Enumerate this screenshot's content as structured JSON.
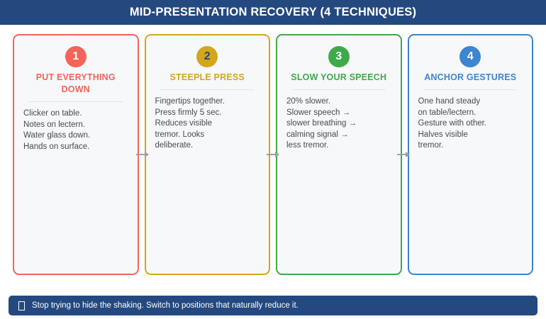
{
  "header": {
    "title": "MID-PRESENTATION RECOVERY (4 TECHNIQUES)",
    "background_color": "#23497F",
    "text_color": "#FFFFFF"
  },
  "cards": [
    {
      "number": "1",
      "title": "PUT EVERYTHING DOWN",
      "body": "Clicker on table.\nNotes on lectern.\nWater glass down.\nHands on surface.",
      "accent_color": "#F4645A",
      "number_color": "#FFFFFF"
    },
    {
      "number": "2",
      "title": "STEEPLE PRESS",
      "body": "Fingertips together.\nPress firmly 5 sec.\nReduces visible\ntremor. Looks\ndeliberate.",
      "accent_color": "#D3A61D",
      "number_color": "#23497F"
    },
    {
      "number": "3",
      "title": "SLOW YOUR SPEECH",
      "body": "20% slower.\nSlower speech →\nslower breathing →\ncalming signal →\nless tremor.",
      "accent_color": "#3FA94B",
      "number_color": "#FFFFFF"
    },
    {
      "number": "4",
      "title": "ANCHOR GESTURES",
      "body": "One hand steady\non table/lectern.\nGesture with other.\nHalves visible\ntremor.",
      "accent_color": "#3D85CE",
      "number_color": "#FFFFFF"
    }
  ],
  "connectors": [
    {
      "name": "arrow-card1-to-card2",
      "color": "#9AA0A6"
    },
    {
      "name": "arrow-card2-to-card3",
      "color": "#9AA0A6"
    },
    {
      "name": "arrow-card3-to-card4",
      "color": "#9AA0A6"
    }
  ],
  "footer": {
    "icon": "missing-glyph-box-icon",
    "text": "Stop trying to hide the shaking. Switch to positions that naturally reduce it.",
    "background_color": "#23497F",
    "text_color": "#FFFFFF"
  }
}
